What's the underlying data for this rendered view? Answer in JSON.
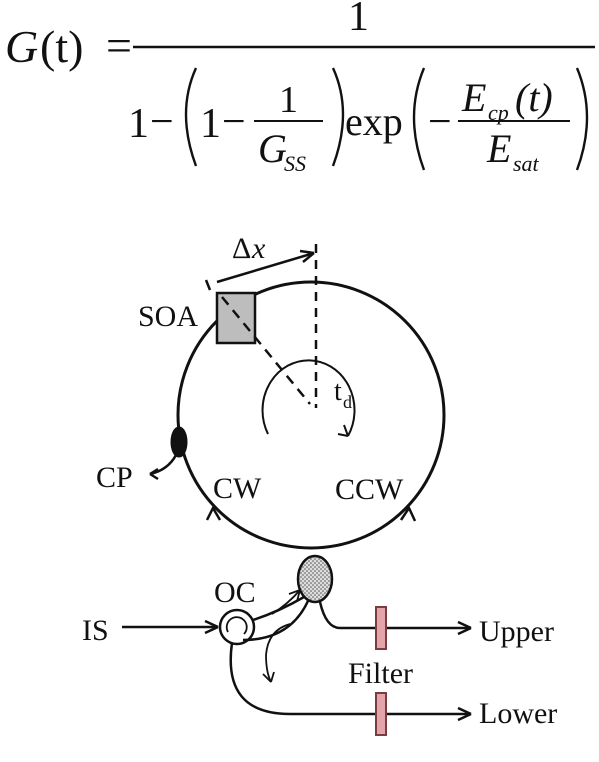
{
  "equation": {
    "lhs": "G",
    "lhs_arg": "(t)",
    "equals": "=",
    "numerator": "1",
    "one": "1",
    "minus": "−",
    "inner_one": "1",
    "frac_num": "1",
    "gain_symbol": "G",
    "gain_sub": "SS",
    "exp": "exp",
    "energy_symbol": "E",
    "energy_sub": "cp",
    "energy_arg": "(t)",
    "sat_symbol": "E",
    "sat_sub": "sat"
  },
  "diagram": {
    "delta_x_symbol": "Δ",
    "delta_x_var": "x",
    "soa_label": "SOA",
    "td_base": "t",
    "td_sub": "d",
    "cp_label": "CP",
    "cw_label": "CW",
    "ccw_label": "CCW",
    "oc_label": "OC",
    "is_label": "IS",
    "filter_label": "Filter",
    "upper_label": "Upper",
    "lower_label": "Lower"
  },
  "colors": {
    "line": "#111111",
    "soa_fill": "#bdbdbd",
    "coupler_fill": "#d0d0d0",
    "filter_fill": "#e3a5a9",
    "filter_stroke": "#7a3c40"
  }
}
